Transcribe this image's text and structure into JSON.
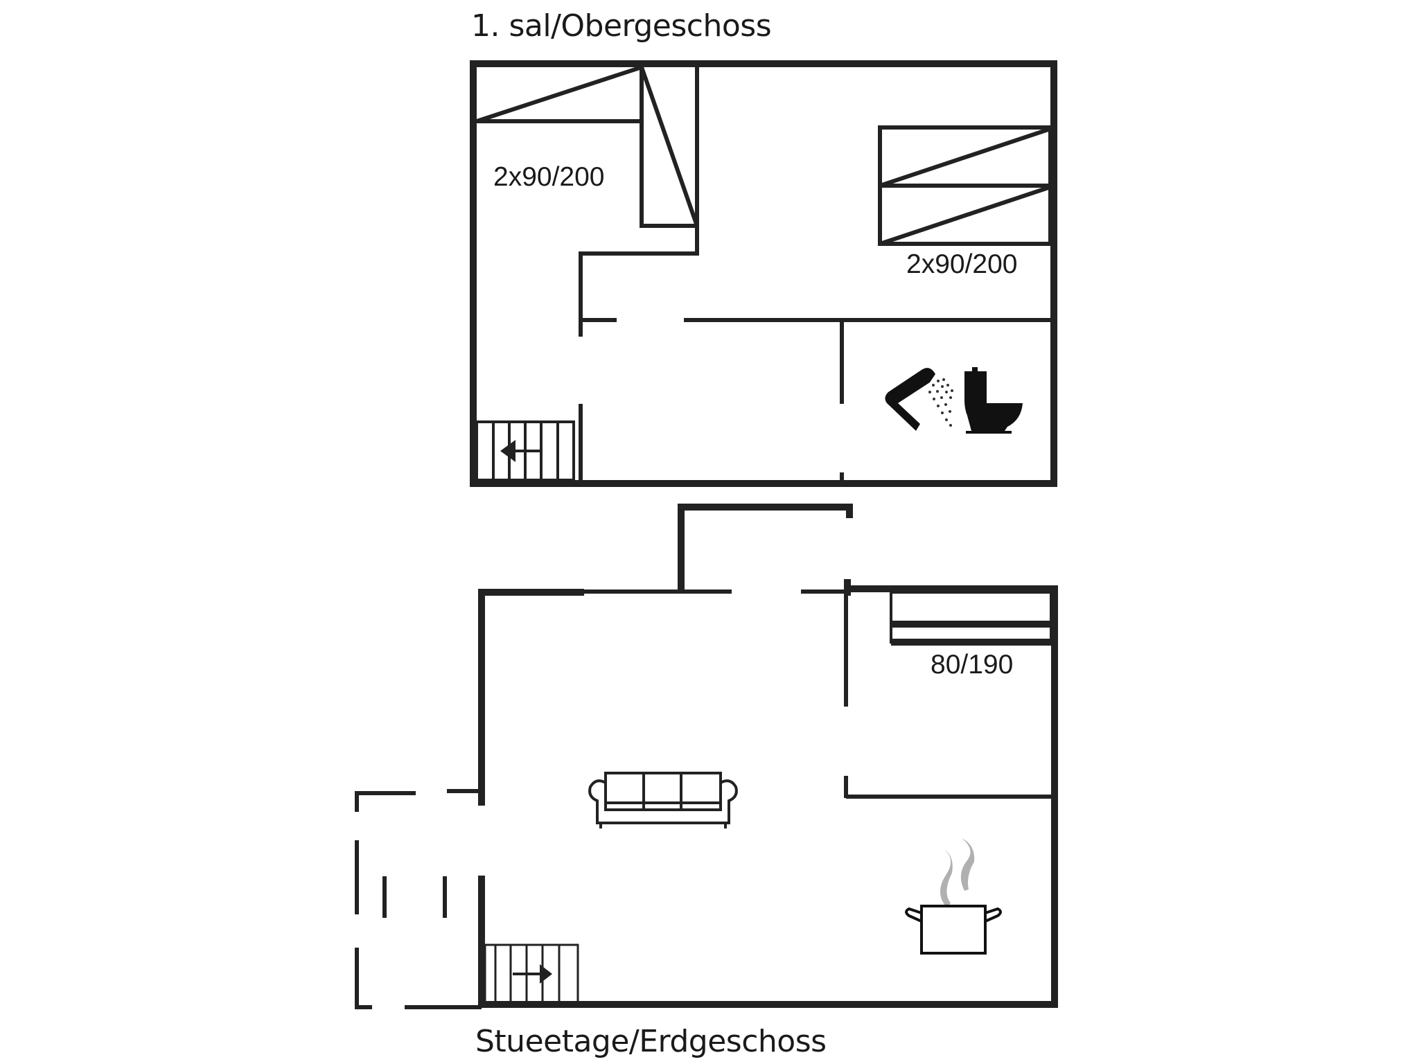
{
  "upper_floor": {
    "title": "1. sal/Obergeschoss",
    "bedroom_left": {
      "bed_label": "2x90/200"
    },
    "bedroom_right": {
      "bed_label": "2x90/200"
    },
    "bathroom": {
      "icons": [
        "shower-icon",
        "toilet-icon"
      ]
    },
    "stairs": {
      "direction": "left"
    }
  },
  "ground_floor": {
    "title": "Stueetage/Erdgeschoss",
    "bedroom": {
      "bed_label": "80/190"
    },
    "living_room": {
      "icons": [
        "sofa-icon"
      ]
    },
    "kitchen": {
      "icons": [
        "cooking-pot-icon"
      ]
    },
    "stairs": {
      "direction": "right"
    }
  },
  "colors": {
    "wall": "#222222",
    "steam": "#b0b0b0",
    "background": "#ffffff"
  }
}
